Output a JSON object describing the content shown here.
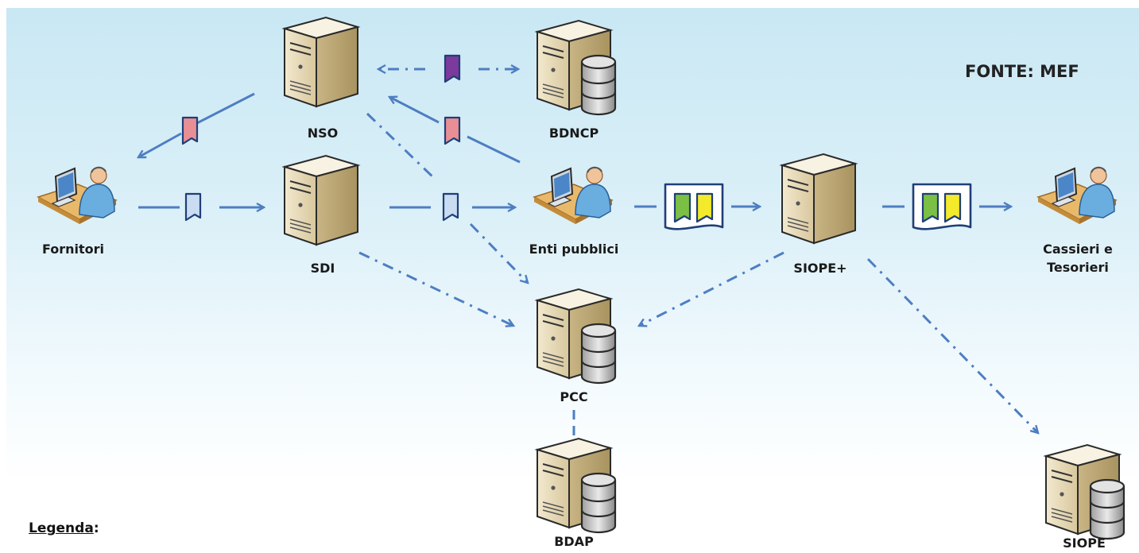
{
  "source_note": "FONTE: MEF",
  "legend": {
    "title": "Legenda",
    "suffix": ":"
  },
  "nodes": {
    "fornitori": "Fornitori",
    "nso": "NSO",
    "sdi": "SDI",
    "bdncp": "BDNCP",
    "enti": "Enti pubblici",
    "siope_plus": "SIOPE+",
    "cassieri_line1": "Cassieri e",
    "cassieri_line2": "Tesorieri",
    "pcc": "PCC",
    "bdap": "BDAP",
    "siope": "SIOPE"
  },
  "colors": {
    "arrow": "#4e7ec2",
    "doc_order": "#e88f95",
    "doc_invoice": "#c9dcf1",
    "doc_bdncp": "#7b3a9c",
    "doc_green": "#7cbf45",
    "doc_yellow": "#f2ea2a"
  },
  "icons": [
    "server-icon",
    "database-server-icon",
    "user-at-computer-icon",
    "document-icon",
    "payment-order-icon"
  ]
}
